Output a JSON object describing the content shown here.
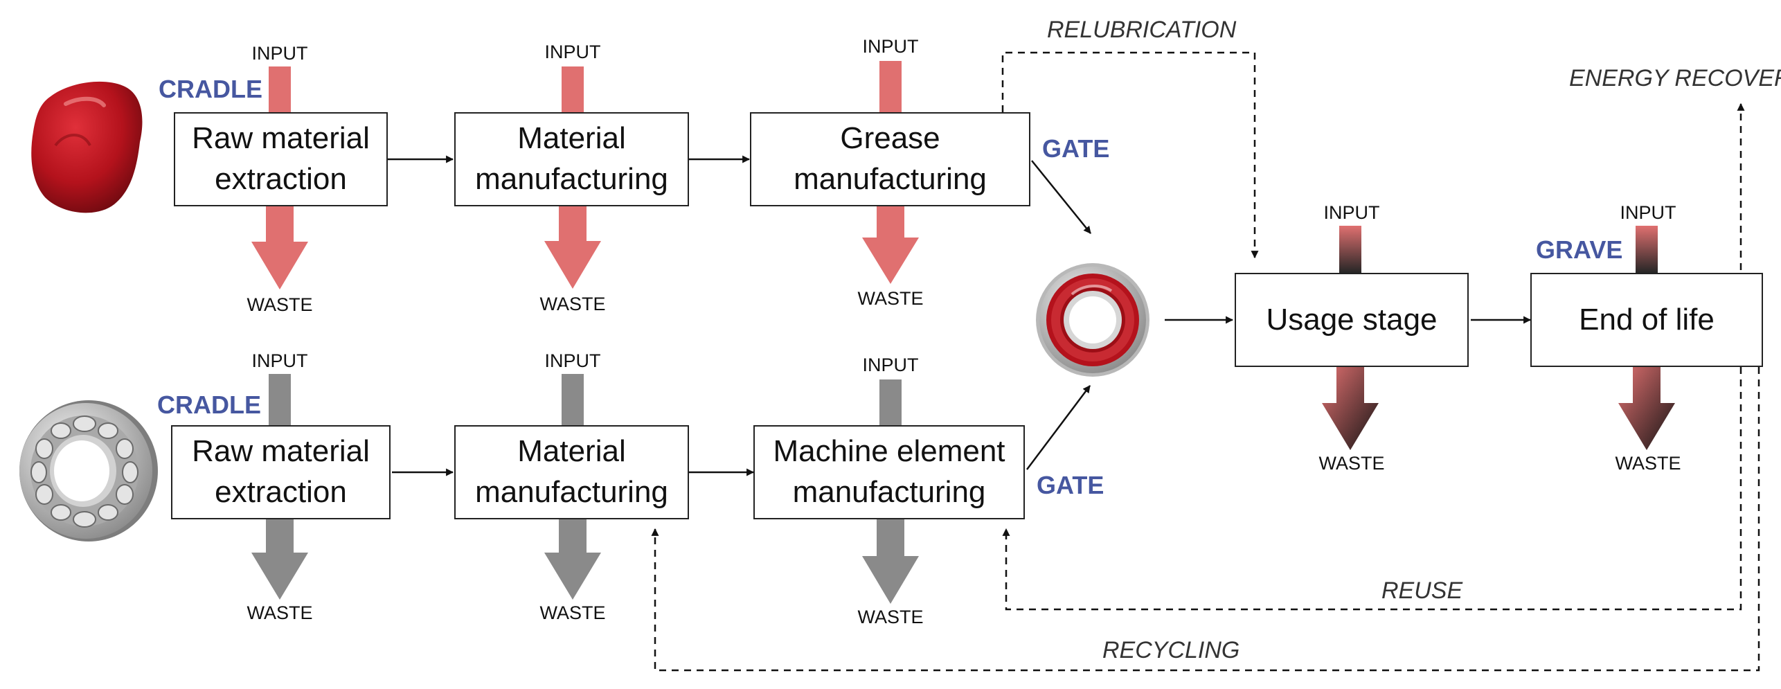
{
  "labels": {
    "input": "INPUT",
    "waste": "WASTE",
    "cradle": "CRADLE",
    "gate": "GATE",
    "grave": "GRAVE"
  },
  "top_row": {
    "raw_material": "Raw material\nextraction",
    "material": "Material\nmanufacturing",
    "grease": "Grease\nmanufacturing"
  },
  "bottom_row": {
    "raw_material": "Raw material\nextraction",
    "material": "Material\nmanufacturing",
    "machine": "Machine element\nmanufacturing"
  },
  "right_row": {
    "usage": "Usage stage",
    "end_of_life": "End of life"
  },
  "flows": {
    "relubrication": "RELUBRICATION",
    "energy_recovery": "ENERGY RECOVERY",
    "reuse": "REUSE",
    "recycling": "RECYCLING"
  },
  "colors": {
    "grease_arrow": "#e07070",
    "element_arrow": "#8a8a8a",
    "stage_label": "#4657a0",
    "grease_image": "#b4121c"
  }
}
